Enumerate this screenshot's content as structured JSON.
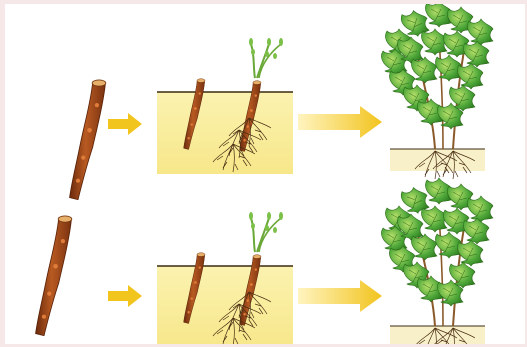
{
  "illustration": {
    "subject": "cutting-propagation",
    "rows": [
      {
        "id": "row-1",
        "stages": [
          "cutting",
          "rooting-cutting",
          "grown-plant"
        ]
      },
      {
        "id": "row-2",
        "stages": [
          "cutting",
          "rooting-cutting",
          "grown-plant"
        ]
      }
    ]
  },
  "colors": {
    "background": "#f6e8e9",
    "stem": "#a44a1a",
    "stem_shade": "#6b2a0c",
    "stem_light": "#d07a3a",
    "soil_box": "#fbf1a8",
    "soil_line": "#3a2a10",
    "arrow": "#f2c41e",
    "leaf": "#3f9a2a",
    "leaf_light": "#a6d35a",
    "root": "#5a3a1a",
    "ground": "#f7efc6"
  }
}
